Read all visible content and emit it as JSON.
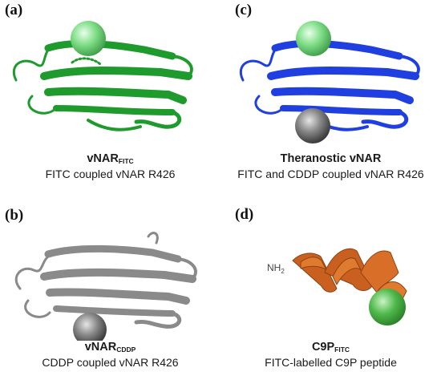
{
  "panels": {
    "a": {
      "letter": "(a)",
      "title_main": "vNAR",
      "title_sub": "FITC",
      "subtitle": "FITC coupled vNAR R426",
      "ribbon_color": "#1e9b2c",
      "sphere_color": "#7ddc85"
    },
    "c": {
      "letter": "(c)",
      "title_main": "Theranostic vNAR",
      "title_sub": "",
      "subtitle": "FITC and CDDP coupled vNAR R426",
      "ribbon_color": "#1f3fe0",
      "sphere_top_color": "#7ddc85",
      "sphere_bottom_color": "#7a7a7a"
    },
    "b": {
      "letter": "(b)",
      "title_main": "vNAR",
      "title_sub": "CDDP",
      "subtitle": "CDDP coupled vNAR R426",
      "ribbon_color": "#8a8a8a",
      "sphere_color": "#7a7a7a"
    },
    "d": {
      "letter": "(d)",
      "title_main": "C9P",
      "title_sub": "FITC",
      "subtitle": "FITC-labelled C9P peptide",
      "nh_label": "NH",
      "nh_sub": "2",
      "helix_color": "#e07a2e",
      "sphere_color": "#4fb84a"
    }
  }
}
